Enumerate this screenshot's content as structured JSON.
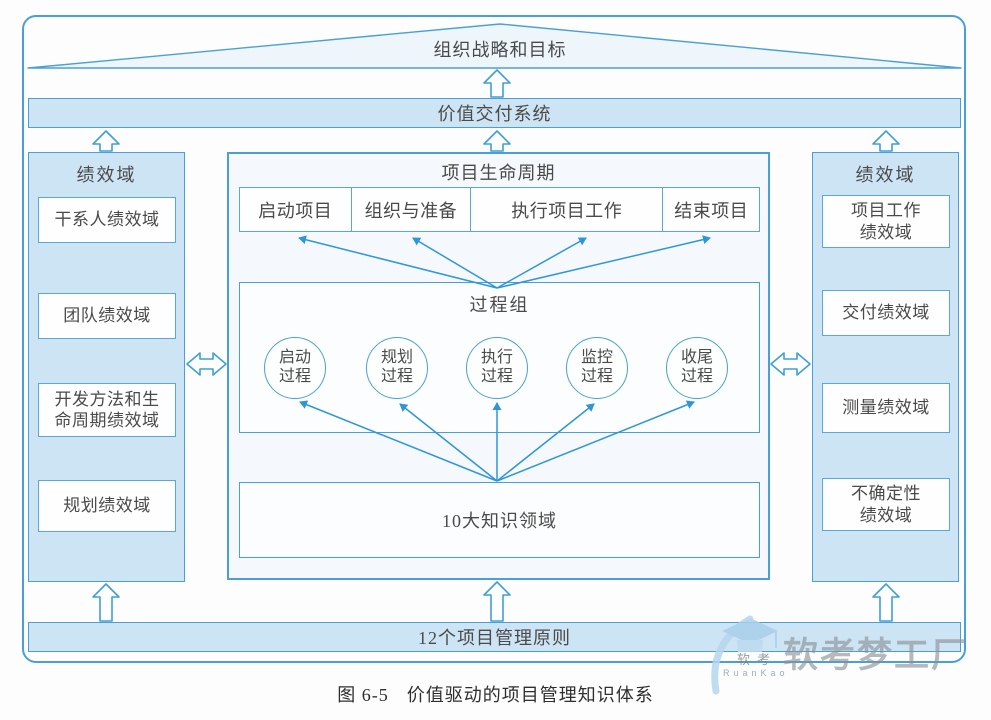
{
  "top": {
    "roof_label": "组织战略和目标",
    "value_band_label": "价值交付系统"
  },
  "left_panel": {
    "title": "绩效域",
    "items": [
      {
        "lines": [
          "干系人绩效域"
        ]
      },
      {
        "lines": [
          "团队绩效域"
        ]
      },
      {
        "lines": [
          "开发方法和生",
          "命周期绩效域"
        ]
      },
      {
        "lines": [
          "规划绩效域"
        ]
      }
    ]
  },
  "right_panel": {
    "title": "绩效域",
    "items": [
      {
        "lines": [
          "项目工作",
          "绩效域"
        ]
      },
      {
        "lines": [
          "交付绩效域"
        ]
      },
      {
        "lines": [
          "测量绩效域"
        ]
      },
      {
        "lines": [
          "不确定性",
          "绩效域"
        ]
      }
    ]
  },
  "center": {
    "lifecycle_title": "项目生命周期",
    "phases": [
      "启动项目",
      "组织与准备",
      "执行项目工作",
      "结束项目"
    ],
    "process_title": "过程组",
    "process_groups": [
      {
        "lines": [
          "启动",
          "过程"
        ]
      },
      {
        "lines": [
          "规划",
          "过程"
        ]
      },
      {
        "lines": [
          "执行",
          "过程"
        ]
      },
      {
        "lines": [
          "监控",
          "过程"
        ]
      },
      {
        "lines": [
          "收尾",
          "过程"
        ]
      }
    ],
    "knowledge_label": "10大知识领域"
  },
  "bottom": {
    "principles_label": "12个项目管理原则"
  },
  "caption": {
    "number": "图 6-5",
    "title": "价值驱动的项目管理知识体系"
  },
  "watermark": {
    "brand": "软考梦工厂",
    "logo_label": "软考",
    "logo_sub": "RuanKao"
  },
  "colors": {
    "border_blue": "#4aa0d6",
    "arrow_blue": "#2e96d8",
    "panel_fill": "#cde4f4",
    "roof_fill": "#eef6fc",
    "text_gray": "#4a4a4a",
    "watermark_gray": "#8a8f94"
  }
}
